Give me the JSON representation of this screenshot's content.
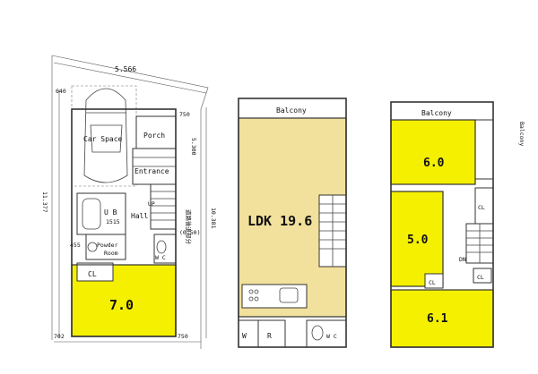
{
  "colors": {
    "bedroom_fill": "#f5f000",
    "ldk_fill": "#f2e19c",
    "wall_stroke": "#333333"
  },
  "floor1": {
    "dim_width_top": "5.566",
    "dim_left_top": "640",
    "dim_right_top": "750",
    "dim_height_left": "11.377",
    "dim_right_side": "10.381",
    "dim_right_mid": "5.300",
    "dim_right_small": "(0.50)",
    "dim_bottom_left": "702",
    "dim_bottom_right": "750",
    "dim_left_mid": "455",
    "car_space": "Car Space",
    "porch": "Porch",
    "entrance": "Entrance",
    "hall": "Hall",
    "up": "UP",
    "ub": "U B",
    "ub_size": "1515",
    "powder_room_1": "Powder",
    "powder_room_2": "Room",
    "wc": "W C",
    "cl": "CL",
    "room": "7.0",
    "setback_note": "道路後退部分"
  },
  "floor2": {
    "balcony": "Balcony",
    "ldk": "LDK 19.6",
    "w": "W",
    "r": "R",
    "wc": "W C"
  },
  "floor3": {
    "balcony_top": "Balcony",
    "balcony_side": "Balcony",
    "room_a": "6.0",
    "room_b": "5.0",
    "room_c": "6.1",
    "cl1": "CL",
    "cl2": "CL",
    "cl3": "CL",
    "dn": "DN"
  }
}
